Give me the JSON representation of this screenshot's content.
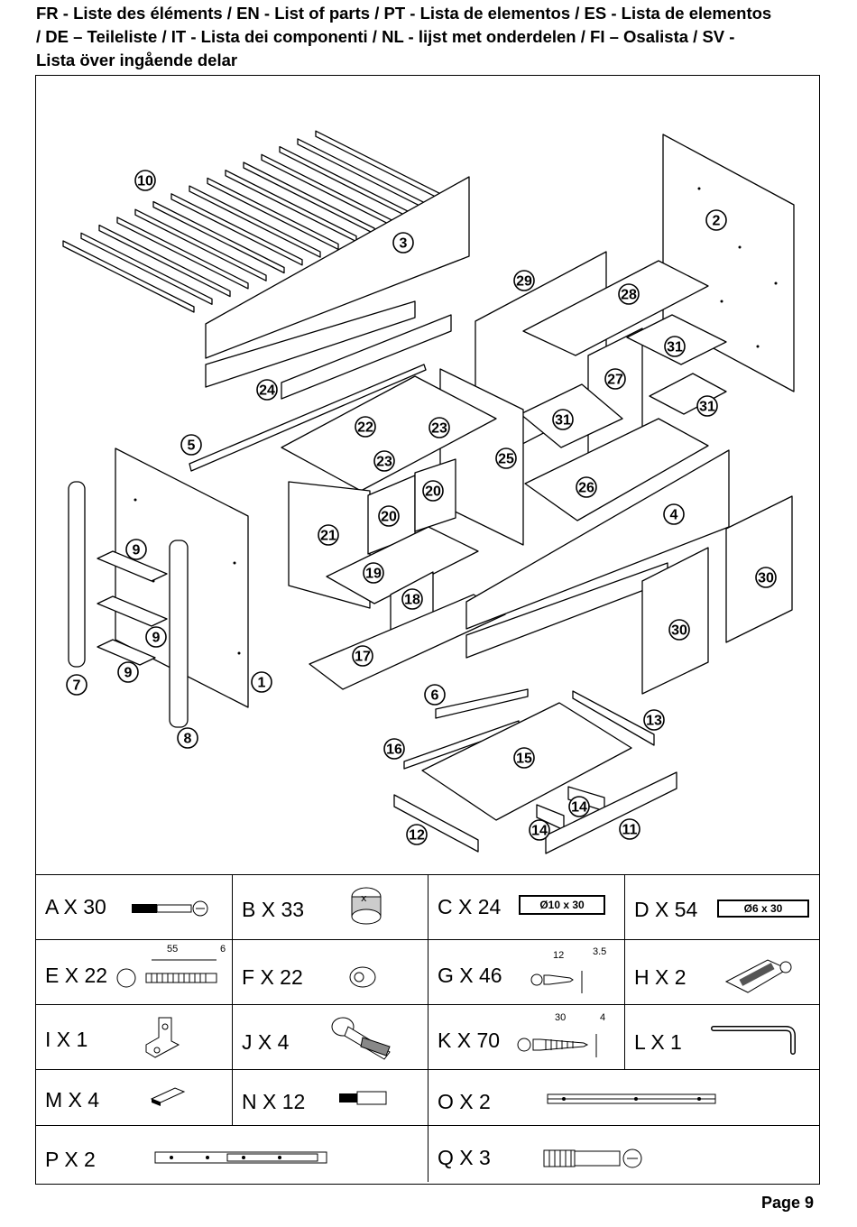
{
  "header": {
    "line1": "FR - Liste des éléments / EN - List of parts / PT - Lista de elementos / ES - Lista de elementos",
    "line2": "/ DE – Teileliste / IT - Lista dei componenti / NL - lijst met onderdelen / FI – Osalista / SV -",
    "line3": "Lista över ingående delar"
  },
  "callouts": [
    "1",
    "2",
    "3",
    "4",
    "5",
    "6",
    "7",
    "8",
    "9",
    "9",
    "9",
    "10",
    "11",
    "12",
    "13",
    "14",
    "14",
    "15",
    "16",
    "17",
    "18",
    "19",
    "20",
    "20",
    "21",
    "22",
    "23",
    "23",
    "24",
    "25",
    "26",
    "27",
    "28",
    "29",
    "30",
    "30",
    "31",
    "31",
    "31"
  ],
  "hardware": {
    "A": {
      "label": "A X 30"
    },
    "B": {
      "label": "B X 33"
    },
    "C": {
      "label": "C X 24",
      "dim": "Ø10 x 30"
    },
    "D": {
      "label": "D X 54",
      "dim": "Ø6 x 30"
    },
    "E": {
      "label": "E X 22",
      "dim1": "55",
      "dim2": "6"
    },
    "F": {
      "label": "F X 22"
    },
    "G": {
      "label": "G X 46",
      "dim1": "12",
      "dim2": "3.5"
    },
    "H": {
      "label": "H X 2"
    },
    "I": {
      "label": "I X 1"
    },
    "J": {
      "label": "J X 4"
    },
    "K": {
      "label": "K X 70",
      "dim1": "30",
      "dim2": "4"
    },
    "L": {
      "label": "L X 1"
    },
    "M": {
      "label": "M X 4"
    },
    "N": {
      "label": "N X 12"
    },
    "O": {
      "label": "O X 2"
    },
    "P": {
      "label": "P X 2"
    },
    "Q": {
      "label": "Q X 3"
    }
  },
  "footer": {
    "page": "Page 9"
  }
}
